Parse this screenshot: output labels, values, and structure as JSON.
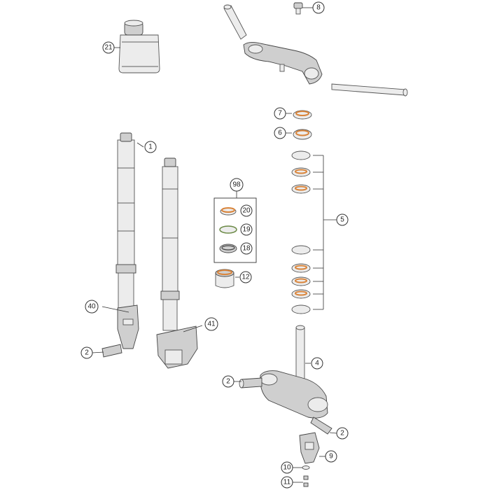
{
  "callouts": [
    "21",
    "8",
    "7",
    "6",
    "1",
    "98",
    "20",
    "19",
    "18",
    "12",
    "5",
    "40",
    "41",
    "2",
    "4",
    "9",
    "10",
    "11"
  ],
  "colors": {
    "accent": "#f3a55a",
    "line": "#555555",
    "fill": "#ececec"
  }
}
